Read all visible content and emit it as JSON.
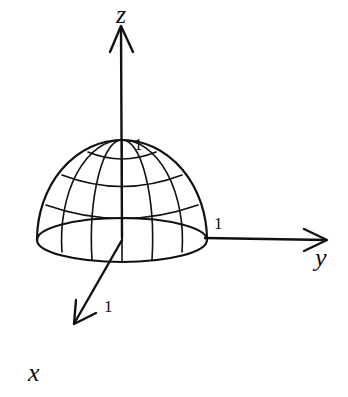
{
  "diagram": {
    "labels": [
      "z",
      "1",
      "1",
      "y",
      "1",
      "x"
    ]
  }
}
